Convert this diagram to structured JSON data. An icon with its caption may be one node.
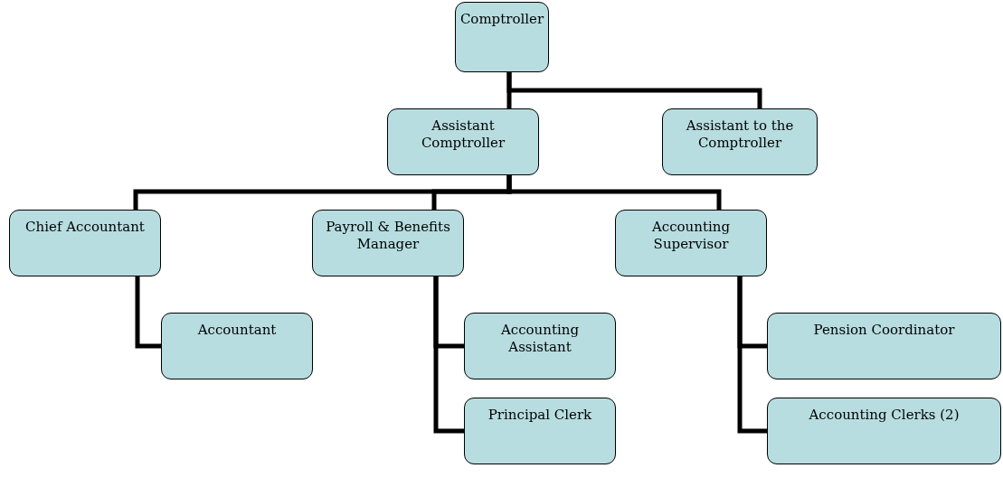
{
  "diagram": {
    "nodes": [
      {
        "text": [
          "Comptroller"
        ]
      },
      {
        "text": [
          "Assistant Comptroller"
        ]
      },
      {
        "text": [
          "Assistant to the Comptroller"
        ]
      },
      {
        "text": [
          "Chief Accountant"
        ]
      },
      {
        "text": [
          "Payroll & Benefits Manager"
        ]
      },
      {
        "text": [
          "Accounting Supervisor"
        ]
      },
      {
        "text": [
          "Accountant"
        ]
      },
      {
        "text": [
          "Accounting Assistant"
        ]
      },
      {
        "text": [
          "Principal Clerk"
        ]
      },
      {
        "text": [
          "Pension Coordinator"
        ]
      },
      {
        "text": [
          "Accounting Clerks (2)"
        ]
      }
    ],
    "edges": [
      {
        "from": 0,
        "to": 1,
        "arrow": "none"
      },
      {
        "from": 0,
        "to": 2,
        "arrow": "none"
      },
      {
        "from": 1,
        "to": 3,
        "arrow": "none"
      },
      {
        "from": 1,
        "to": 4,
        "arrow": "none"
      },
      {
        "from": 1,
        "to": 5,
        "arrow": "none"
      },
      {
        "from": 3,
        "to": 6,
        "arrow": "none"
      },
      {
        "from": 4,
        "to": 7,
        "arrow": "none"
      },
      {
        "from": 4,
        "to": 8,
        "arrow": "none"
      },
      {
        "from": 5,
        "to": 9,
        "arrow": "none"
      },
      {
        "from": 5,
        "to": 10,
        "arrow": "none"
      }
    ]
  }
}
